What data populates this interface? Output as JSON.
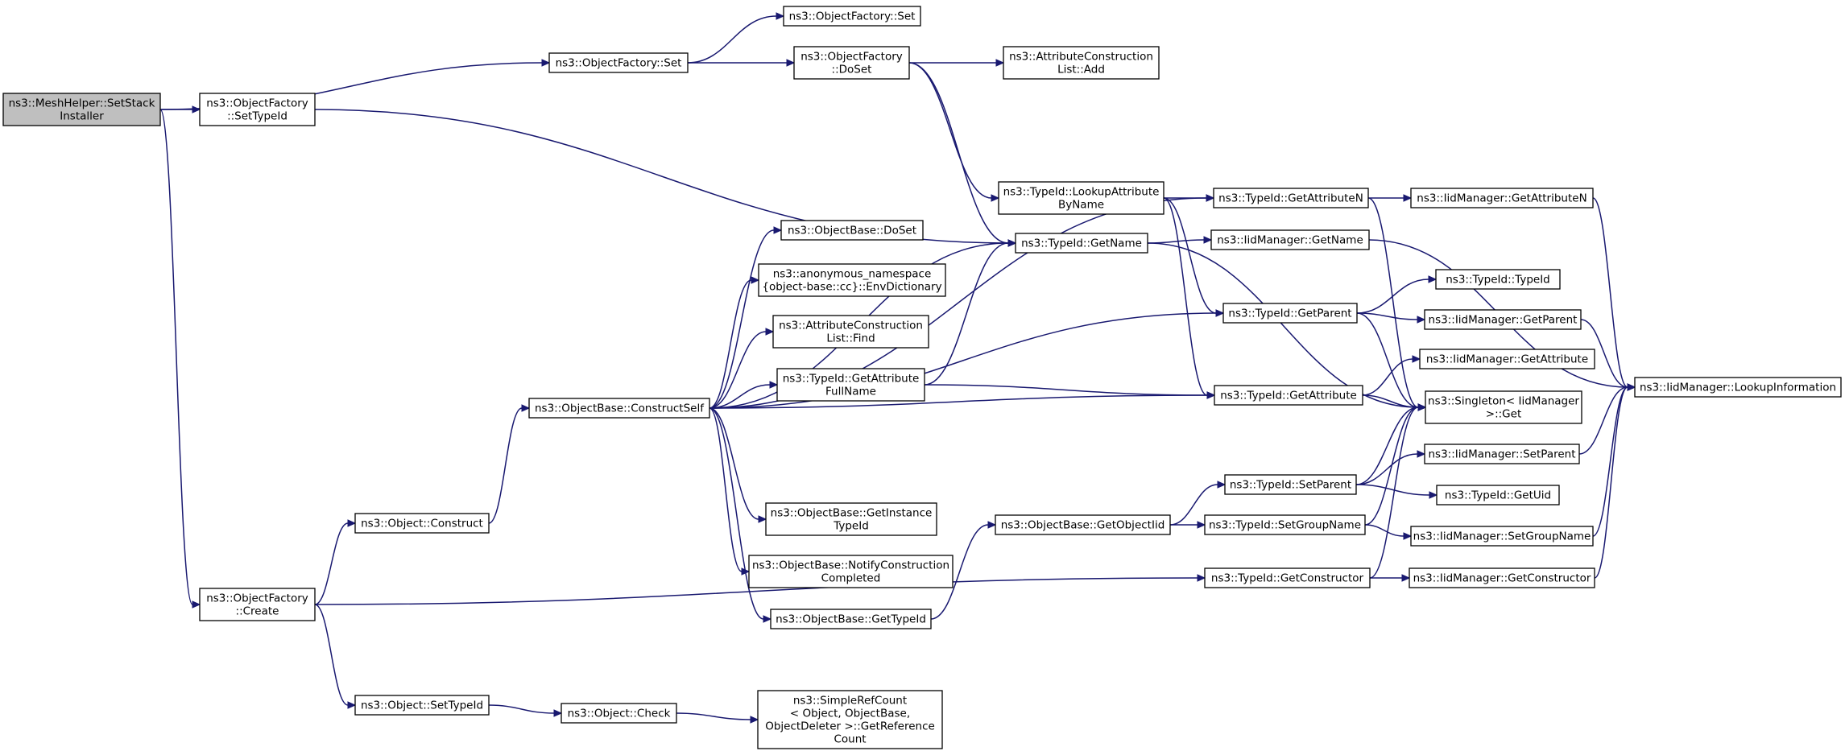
{
  "colors": {
    "edge": "#191970",
    "root_fill": "#bfbfbf",
    "node_fill": "#ffffff"
  },
  "nodes": [
    {
      "id": "meshhelper_setstack",
      "lines": [
        "ns3::MeshHelper::SetStack",
        "Installer"
      ],
      "root": true
    },
    {
      "id": "of_settypeid",
      "lines": [
        "ns3::ObjectFactory",
        "::SetTypeId"
      ]
    },
    {
      "id": "of_set1",
      "lines": [
        "ns3::ObjectFactory::Set"
      ]
    },
    {
      "id": "of_set2",
      "lines": [
        "ns3::ObjectFactory::Set"
      ]
    },
    {
      "id": "of_doset",
      "lines": [
        "ns3::ObjectFactory",
        "::DoSet"
      ]
    },
    {
      "id": "acl_add",
      "lines": [
        "ns3::AttributeConstruction",
        "List::Add"
      ]
    },
    {
      "id": "tid_lookupattr",
      "lines": [
        "ns3::TypeId::LookupAttribute",
        "ByName"
      ]
    },
    {
      "id": "tid_getattrn",
      "lines": [
        "ns3::TypeId::GetAttributeN"
      ]
    },
    {
      "id": "iid_getattrn",
      "lines": [
        "ns3::IidManager::GetAttributeN"
      ]
    },
    {
      "id": "tid_getname",
      "lines": [
        "ns3::TypeId::GetName"
      ]
    },
    {
      "id": "iid_getname",
      "lines": [
        "ns3::IidManager::GetName"
      ]
    },
    {
      "id": "ob_doset",
      "lines": [
        "ns3::ObjectBase::DoSet"
      ]
    },
    {
      "id": "anon_envdict",
      "lines": [
        "ns3::anonymous_namespace",
        "{object-base::cc}::EnvDictionary"
      ]
    },
    {
      "id": "acl_find",
      "lines": [
        "ns3::AttributeConstruction",
        "List::Find"
      ]
    },
    {
      "id": "tid_getattrfull",
      "lines": [
        "ns3::TypeId::GetAttribute",
        "FullName"
      ]
    },
    {
      "id": "ob_constructself",
      "lines": [
        "ns3::ObjectBase::ConstructSelf"
      ]
    },
    {
      "id": "tid_getparent",
      "lines": [
        "ns3::TypeId::GetParent"
      ]
    },
    {
      "id": "tid_typeid",
      "lines": [
        "ns3::TypeId::TypeId"
      ]
    },
    {
      "id": "iid_getparent",
      "lines": [
        "ns3::IidManager::GetParent"
      ]
    },
    {
      "id": "iid_getattribute",
      "lines": [
        "ns3::IidManager::GetAttribute"
      ]
    },
    {
      "id": "tid_getattribute",
      "lines": [
        "ns3::TypeId::GetAttribute"
      ]
    },
    {
      "id": "singleton_get",
      "lines": [
        "ns3::Singleton< IidManager",
        " >::Get"
      ]
    },
    {
      "id": "iid_lookupinfo",
      "lines": [
        "ns3::IidManager::LookupInformation"
      ]
    },
    {
      "id": "iid_setparent",
      "lines": [
        "ns3::IidManager::SetParent"
      ]
    },
    {
      "id": "tid_setparent",
      "lines": [
        "ns3::TypeId::SetParent"
      ]
    },
    {
      "id": "tid_getuid",
      "lines": [
        "ns3::TypeId::GetUid"
      ]
    },
    {
      "id": "obj_construct",
      "lines": [
        "ns3::Object::Construct"
      ]
    },
    {
      "id": "ob_getinstancetid",
      "lines": [
        "ns3::ObjectBase::GetInstance",
        "TypeId"
      ]
    },
    {
      "id": "ob_getobjectiid",
      "lines": [
        "ns3::ObjectBase::GetObjectIid"
      ]
    },
    {
      "id": "tid_setgroupname",
      "lines": [
        "ns3::TypeId::SetGroupName"
      ]
    },
    {
      "id": "iid_setgroupname",
      "lines": [
        "ns3::IidManager::SetGroupName"
      ]
    },
    {
      "id": "ob_notifyconstruction",
      "lines": [
        "ns3::ObjectBase::NotifyConstruction",
        "Completed"
      ]
    },
    {
      "id": "of_create",
      "lines": [
        "ns3::ObjectFactory",
        "::Create"
      ]
    },
    {
      "id": "tid_getconstructor",
      "lines": [
        "ns3::TypeId::GetConstructor"
      ]
    },
    {
      "id": "iid_getconstructor",
      "lines": [
        "ns3::IidManager::GetConstructor"
      ]
    },
    {
      "id": "ob_gettypeid",
      "lines": [
        "ns3::ObjectBase::GetTypeId"
      ]
    },
    {
      "id": "obj_settypeid",
      "lines": [
        "ns3::Object::SetTypeId"
      ]
    },
    {
      "id": "obj_check",
      "lines": [
        "ns3::Object::Check"
      ]
    },
    {
      "id": "srefcount",
      "lines": [
        "ns3::SimpleRefCount",
        "< Object, ObjectBase,",
        " ObjectDeleter >::GetReference",
        "Count"
      ]
    }
  ],
  "edges": [
    [
      "meshhelper_setstack",
      "of_settypeid"
    ],
    [
      "meshhelper_setstack",
      "of_set1"
    ],
    [
      "meshhelper_setstack",
      "of_create"
    ],
    [
      "of_set1",
      "of_set2"
    ],
    [
      "of_set1",
      "of_doset"
    ],
    [
      "of_doset",
      "acl_add"
    ],
    [
      "of_doset",
      "tid_lookupattr"
    ],
    [
      "of_doset",
      "tid_getname"
    ],
    [
      "of_settypeid",
      "tid_getname"
    ],
    [
      "tid_lookupattr",
      "tid_getattrn"
    ],
    [
      "tid_lookupattr",
      "tid_getparent"
    ],
    [
      "tid_lookupattr",
      "tid_getattribute"
    ],
    [
      "tid_getattrn",
      "iid_getattrn"
    ],
    [
      "tid_getattrn",
      "singleton_get"
    ],
    [
      "iid_getattrn",
      "iid_lookupinfo"
    ],
    [
      "tid_getname",
      "iid_getname"
    ],
    [
      "tid_getname",
      "singleton_get"
    ],
    [
      "iid_getname",
      "iid_lookupinfo"
    ],
    [
      "ob_constructself",
      "tid_getattrn"
    ],
    [
      "ob_constructself",
      "tid_getname"
    ],
    [
      "ob_constructself",
      "ob_doset"
    ],
    [
      "ob_constructself",
      "anon_envdict"
    ],
    [
      "ob_constructself",
      "acl_find"
    ],
    [
      "ob_constructself",
      "tid_getattrfull"
    ],
    [
      "ob_constructself",
      "tid_getparent"
    ],
    [
      "ob_constructself",
      "tid_getattribute"
    ],
    [
      "ob_constructself",
      "ob_getinstancetid"
    ],
    [
      "ob_constructself",
      "ob_notifyconstruction"
    ],
    [
      "ob_constructself",
      "ob_gettypeid"
    ],
    [
      "tid_getattrfull",
      "tid_getname"
    ],
    [
      "tid_getattrfull",
      "tid_getattribute"
    ],
    [
      "tid_getparent",
      "tid_typeid"
    ],
    [
      "tid_getparent",
      "iid_getparent"
    ],
    [
      "tid_getparent",
      "singleton_get"
    ],
    [
      "iid_getparent",
      "iid_lookupinfo"
    ],
    [
      "tid_getattribute",
      "iid_getattribute"
    ],
    [
      "tid_getattribute",
      "singleton_get"
    ],
    [
      "tid_setparent",
      "singleton_get"
    ],
    [
      "tid_setparent",
      "iid_setparent"
    ],
    [
      "tid_setparent",
      "tid_getuid"
    ],
    [
      "iid_setparent",
      "iid_lookupinfo"
    ],
    [
      "tid_setgroupname",
      "singleton_get"
    ],
    [
      "tid_setgroupname",
      "iid_setgroupname"
    ],
    [
      "iid_setgroupname",
      "iid_lookupinfo"
    ],
    [
      "tid_getconstructor",
      "singleton_get"
    ],
    [
      "tid_getconstructor",
      "iid_getconstructor"
    ],
    [
      "iid_getconstructor",
      "iid_lookupinfo"
    ],
    [
      "ob_gettypeid",
      "ob_getobjectiid"
    ],
    [
      "ob_getobjectiid",
      "tid_setparent"
    ],
    [
      "ob_getobjectiid",
      "tid_setgroupname"
    ],
    [
      "obj_construct",
      "ob_constructself"
    ],
    [
      "of_create",
      "obj_construct"
    ],
    [
      "of_create",
      "obj_settypeid"
    ],
    [
      "of_create",
      "tid_getconstructor"
    ],
    [
      "obj_settypeid",
      "obj_check"
    ],
    [
      "obj_check",
      "srefcount"
    ]
  ]
}
